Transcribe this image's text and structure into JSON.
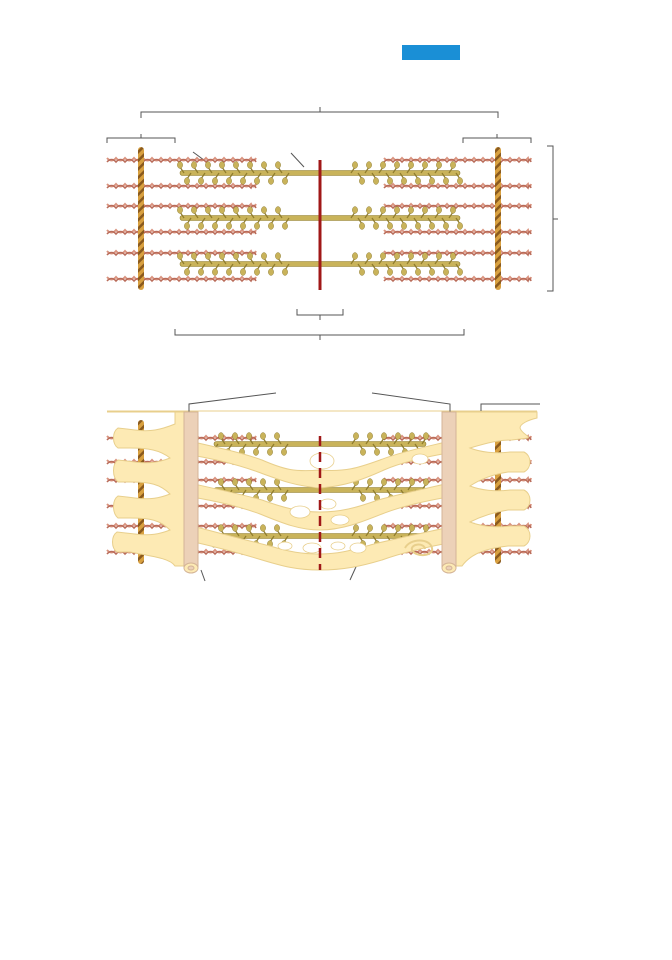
{
  "figure": {
    "label_tag_color": "#1a8fd6",
    "colors": {
      "actin": "#d9937f",
      "actin_dark": "#b96c5a",
      "myosin": "#c9b35a",
      "myosin_dark": "#8e7b2c",
      "z_disc": "#d8a040",
      "z_disc_stripe": "#8a5a1e",
      "m_line": "#a01818",
      "reticulum": "#fdeab4",
      "reticulum_edge": "#e8cf8c",
      "t_tubule": "#ecd1b8",
      "bracket": "#555555"
    },
    "panels": [
      {
        "name": "sarcomere-panel",
        "elements": [
          "thin-filaments",
          "thick-filaments",
          "z-discs",
          "m-line",
          "brackets"
        ]
      },
      {
        "name": "sarcoplasmic-reticulum-panel",
        "elements": [
          "thin-filaments",
          "thick-filaments",
          "z-discs",
          "m-line",
          "t-tubules",
          "sarcoplasmic-reticulum",
          "leader-lines"
        ]
      }
    ]
  }
}
